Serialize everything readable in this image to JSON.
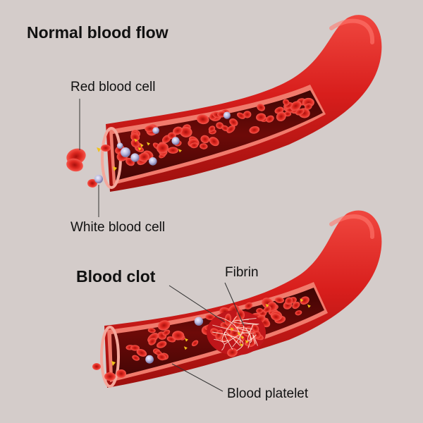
{
  "normal": {
    "title": "Normal blood flow",
    "red_cell_label": "Red blood cell",
    "white_cell_label": "White blood cell"
  },
  "clot": {
    "title": "Blood clot",
    "fibrin_label": "Fibrin",
    "platelet_label": "Blood platelet"
  },
  "colors": {
    "background": "#d4ccca",
    "vessel": "#d8201e",
    "vessel_dark": "#8e0c0a",
    "lumen": "#5e0807",
    "red_cell": "#e32a22",
    "white_cell": "#b9b8dd",
    "platelet": "#f2c21b",
    "fibrin": "#fff3e6"
  }
}
